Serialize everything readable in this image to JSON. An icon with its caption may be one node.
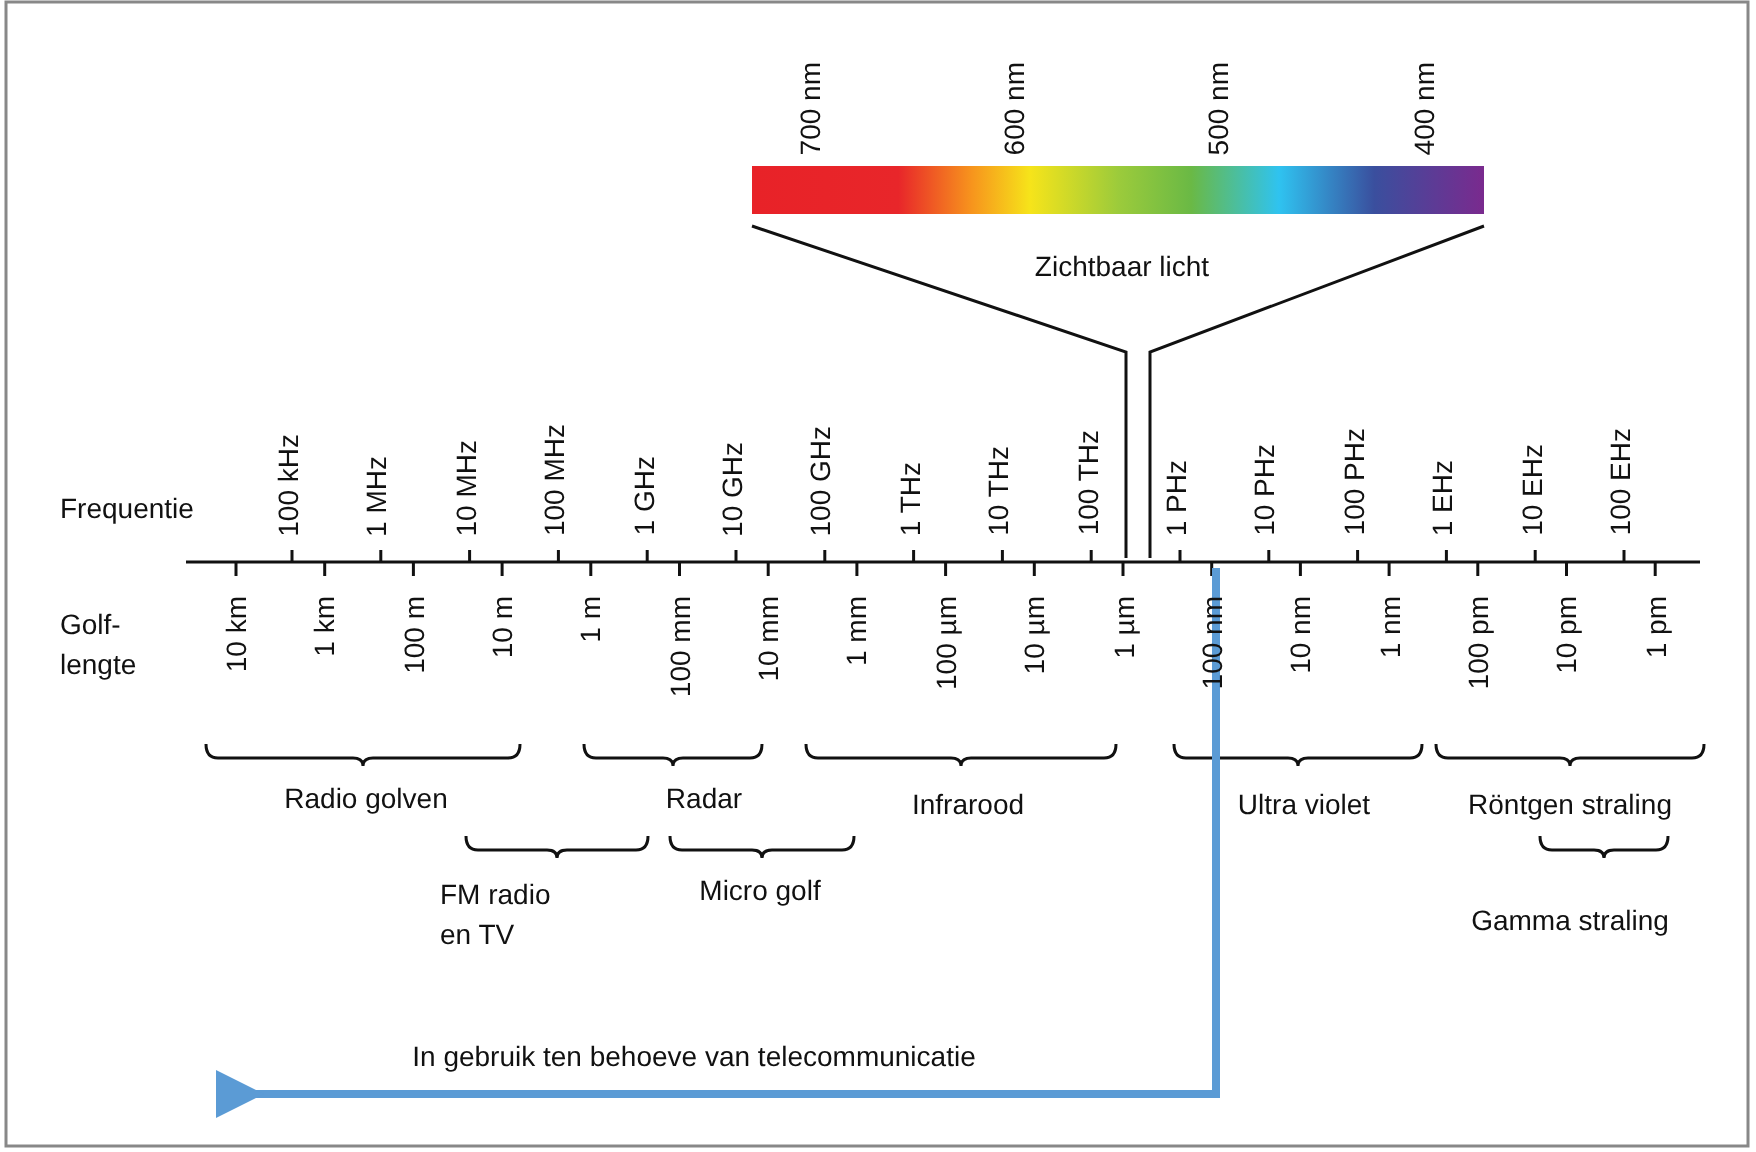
{
  "diagram": {
    "labels": [
      "700 nm",
      "600 nm",
      "500 nm",
      "400 nm",
      "Zichtbaar licht",
      "Frequentie",
      "100 kHz",
      "1 MHz",
      "10 MHz",
      "100 MHz",
      "1 GHz",
      "10 GHz",
      "100 GHz",
      "1 THz",
      "10 THz",
      "100 THz",
      "1 PHz",
      "10 PHz",
      "100 PHz",
      "1 EHz",
      "10 EHz",
      "100 EHz",
      "Golf- lengte",
      "10 km",
      "1 km",
      "100 m",
      "10 m",
      "1 m",
      "100 mm",
      "10 mm",
      "1 mm",
      "100 µm",
      "10 µm",
      "1 µm",
      "100 nm",
      "10 nm",
      "1 nm",
      "100 pm",
      "10 pm",
      "1 pm",
      "Radio golven",
      "Radar",
      "Infrarood",
      "Ultra violet",
      "Röntgen straling",
      "FM radio en TV",
      "Micro golf",
      "Gamma straling",
      "In gebruik ten behoeve van telecommunicatie"
    ]
  }
}
